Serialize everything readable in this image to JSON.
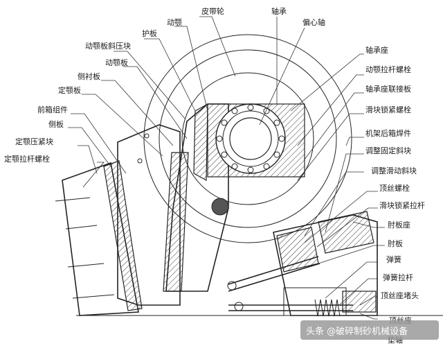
{
  "labels": {
    "belt_pulley": "皮带轮",
    "movable_jaw": "动颚",
    "bearing": "轴承",
    "eccentric_shaft": "偏心轴",
    "guard_plate": "护板",
    "jaw_plate_wedge": "动颚板斜压块",
    "movable_jaw_plate": "动颚板",
    "side_liner": "侧衬板",
    "fixed_jaw_plate": "定颚板",
    "front_box": "前箱组件",
    "side_plate": "侧板",
    "fixed_jaw_clamp": "定颚压紧块",
    "fixed_jaw_tie_bolt": "定颚拉杆螺栓",
    "bearing_seat": "轴承座",
    "movable_jaw_tie_bolt": "动颚拉杆螺栓",
    "bearing_seat_connector": "轴承座联接板",
    "slider_lock_bolt": "滑块锁紧螺栓",
    "rear_frame_weld": "机架后箱焊件",
    "adjust_fixed_wedge": "调整固定斜块",
    "adjust_sliding_wedge": "调整滑动斜块",
    "jack_bolt": "顶丝螺栓",
    "slider_lock_rod": "滑块锁紧拉杆",
    "toggle_seat": "肘板座",
    "toggle_plate": "肘板",
    "spring": "弹簧",
    "spring_rod": "弹簧拉杆",
    "jack_seat_plug": "顶丝座堵头",
    "jack_seat": "顶丝座",
    "rear_pad": "垫轴"
  },
  "watermark": "头条 @破碎制砂机械设备",
  "colors": {
    "line": "#222222",
    "text": "#1a1a1a",
    "watermark_bg": "#9a9a9a"
  }
}
